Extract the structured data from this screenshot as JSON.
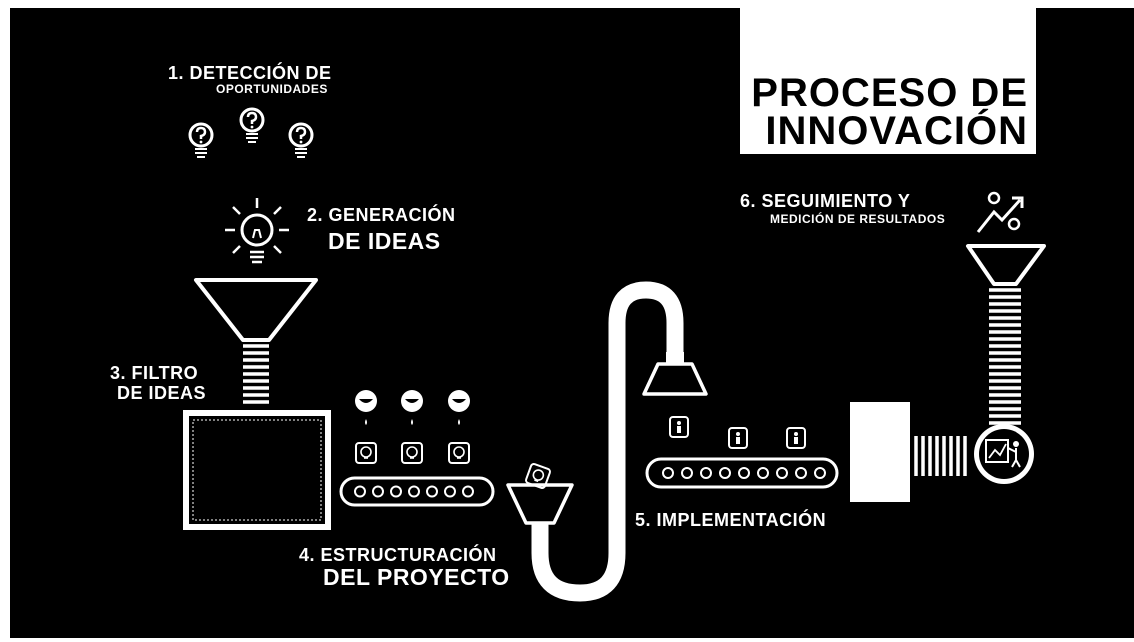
{
  "title": {
    "line1": "PROCESO DE",
    "line2": "INNOVACIÓN"
  },
  "steps": [
    {
      "line1": "1. DETECCIÓN DE",
      "line2": "OPORTUNIDADES"
    },
    {
      "line1": "2. GENERACIÓN",
      "line2": "DE IDEAS"
    },
    {
      "line1": "3. FILTRO",
      "line2": "DE IDEAS"
    },
    {
      "line1": "4. ESTRUCTURACIÓN",
      "line2": "DEL PROYECTO"
    },
    {
      "line1": "5. IMPLEMENTACIÓN"
    },
    {
      "line1": "6. SEGUIMIENTO Y",
      "line2": "MEDICIÓN DE RESULTADOS"
    }
  ],
  "colors": {
    "background": "#000000",
    "foreground": "#ffffff"
  },
  "icons": [
    "question-bulb-icon",
    "lightbulb-icon",
    "funnel-icon",
    "dripper-icon",
    "idea-box-icon",
    "person-box-icon",
    "growth-percent-icon",
    "presentation-icon"
  ]
}
